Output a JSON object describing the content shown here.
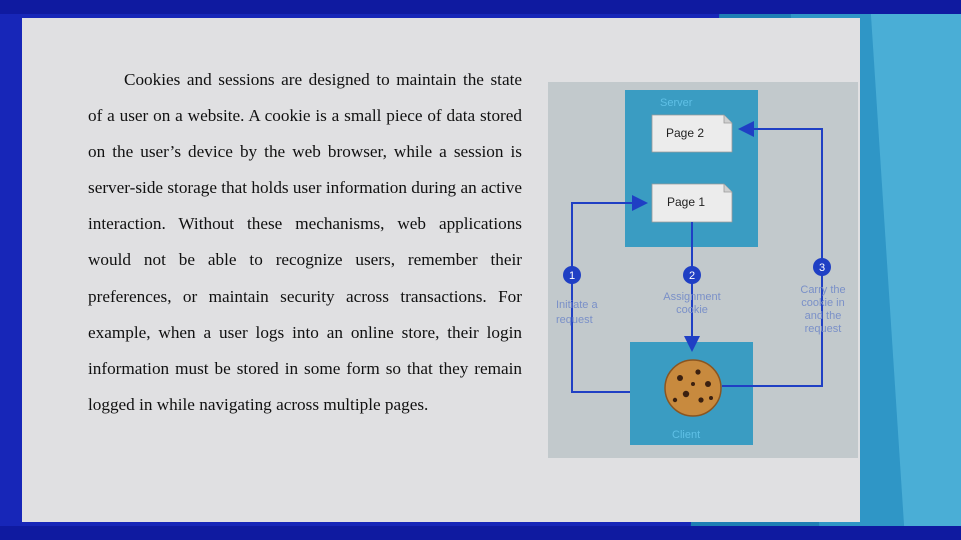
{
  "slide": {
    "paragraph": "Cookies and sessions are designed to maintain the state of a user on a website. A cookie is a small piece of data stored on the user’s device by the web browser, while a session is server-side storage that holds user information during an active interaction. Without these mechanisms, web applications would not be able to recognize users, remember their preferences, or maintain security across transactions. For example, when a user logs into an online store, their login information must be stored in some form so that they remain logged in while navigating across multiple pages."
  },
  "diagram": {
    "server_label": "Server",
    "client_label": "Client",
    "page2": "Page 2",
    "page1": "Page 1",
    "steps": [
      {
        "number": "1",
        "lines": [
          "Initiate a",
          "request"
        ]
      },
      {
        "number": "2",
        "lines": [
          "Assignment",
          "cookie"
        ]
      },
      {
        "number": "3",
        "lines": [
          "Carry the",
          "cookie in",
          "and the",
          "request"
        ]
      }
    ]
  },
  "colors": {
    "frame_blue": "#1726b8",
    "panel": "#e0e0e2",
    "diagram_bg": "#c2c9cc",
    "box_teal": "#3a9cc2",
    "arrow": "#1f3fc4"
  },
  "icons": [
    "cookie-icon",
    "page-icon"
  ]
}
